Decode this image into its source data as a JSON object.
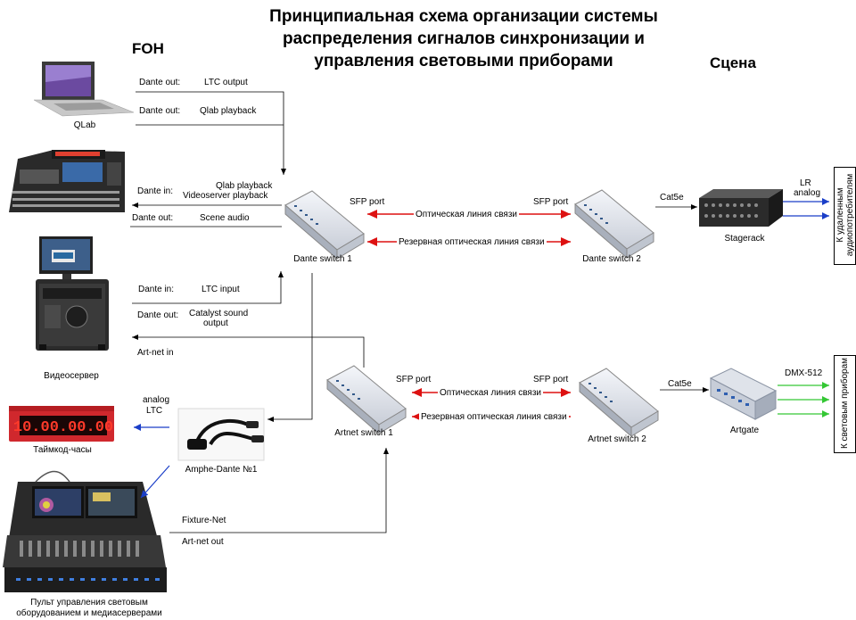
{
  "title": {
    "line1": "Принципиальная схема организации системы",
    "line2": "распределения сигналов синхронизации и",
    "line3": "управления световыми приборами"
  },
  "sections": {
    "foh": "FOH",
    "stage": "Сцена"
  },
  "devices": {
    "qlab": "QLab",
    "dante_switch_1": "Dante switch 1",
    "dante_switch_2": "Dante switch 2",
    "stagerack": "Stagerack",
    "videoserver": "Видеосервер",
    "timecode_clock": "Таймкод-часы",
    "amphe_dante": "Amphe-Dante №1",
    "artnet_switch_1": "Artnet switch 1",
    "artnet_switch_2": "Artnet switch 2",
    "artgate": "Artgate",
    "lighting_console_1": "Пульт управления световым",
    "lighting_console_2": "оборудованием и медиасерверами"
  },
  "clock_display": "10.00.00.00",
  "signals": {
    "qlab_dante_out_1": "Dante out:",
    "qlab_ltc_output": "LTC output",
    "qlab_dante_out_2": "Dante out:",
    "qlab_playback": "Qlab playback",
    "mixer_dante_in": "Dante in:",
    "mixer_qlab_playback": "Qlab playback",
    "mixer_videoserver_playback": "Videoserver playback",
    "mixer_dante_out": "Dante out:",
    "mixer_scene_audio": "Scene audio",
    "vs_dante_in": "Dante in:",
    "vs_ltc_input": "LTC input",
    "vs_dante_out": "Dante out:",
    "vs_catalyst_1": "Catalyst sound",
    "vs_catalyst_2": "output",
    "vs_artnet_in": "Art-net in",
    "analog_ltc_1": "analog",
    "analog_ltc_2": "LTC",
    "fixture_net": "Fixture-Net",
    "artnet_out": "Art-net out",
    "sfp_port_d1": "SFP port",
    "sfp_port_d2": "SFP port",
    "sfp_port_a1": "SFP port",
    "sfp_port_a2": "SFP port",
    "optical_line_d": "Оптическая линия связи",
    "reserve_line_d": "Резервная оптическая линия связи",
    "optical_line_a": "Оптическая линия связи",
    "reserve_line_a": "Резервная оптическая линия связи",
    "cat5e_d": "Cat5e",
    "cat5e_a": "Cat5e",
    "lr_1": "LR",
    "lr_2": "analog",
    "dmx": "DMX-512"
  },
  "outputs": {
    "audio_1": "К удаленным",
    "audio_2": "аудиопотребителям",
    "lighting": "К световым приборам"
  },
  "colors": {
    "line": "#000000",
    "optical": "#dd1111",
    "analog_audio": "#1a3ec8",
    "dmx": "#34c734",
    "switch_face": "#e6e9ef"
  }
}
